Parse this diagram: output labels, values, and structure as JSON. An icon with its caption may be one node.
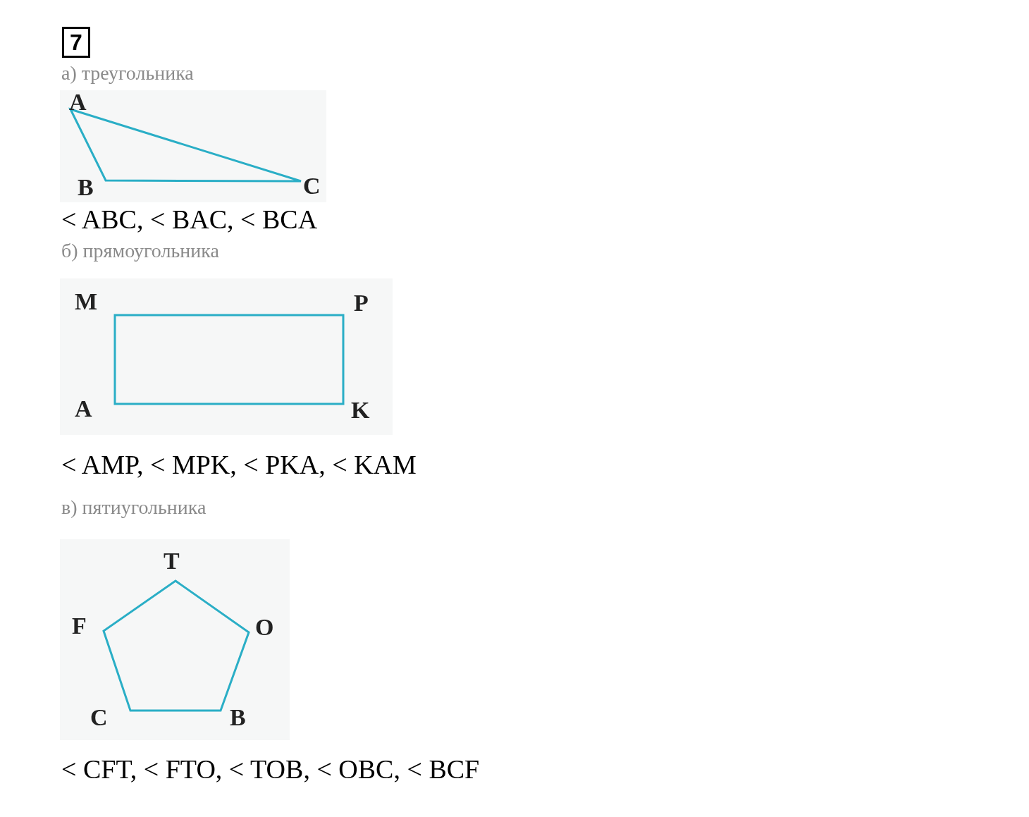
{
  "diagram": {
    "labels": [
      "7",
      "а) треугольника",
      "A",
      "B",
      "C",
      "< ABC, < BAC, < BCA",
      "б) прямоугольника",
      "M",
      "P",
      "A",
      "K",
      "< AMP, < MPK, < PKA, < KAM",
      "в) пятиугольника",
      "T",
      "F",
      "O",
      "C",
      "B",
      "< CFT, < FTO, < TOB, < OBC, < BCF"
    ]
  }
}
